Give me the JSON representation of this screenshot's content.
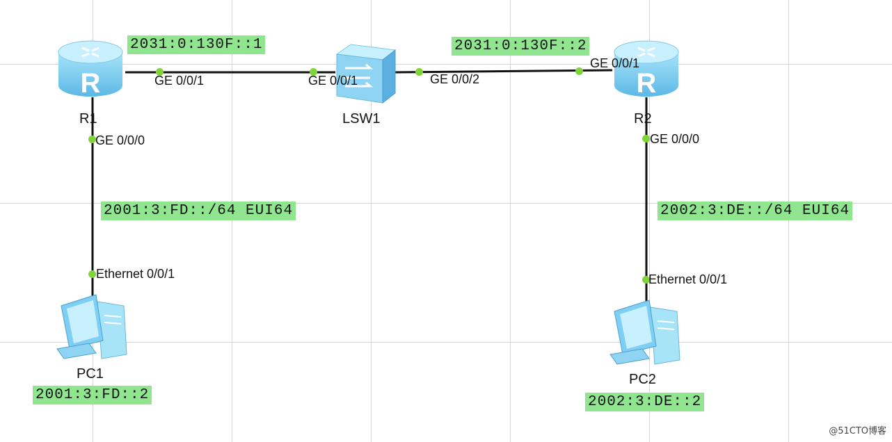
{
  "devices": {
    "r1": {
      "label": "R1",
      "icon": "router-icon"
    },
    "r2": {
      "label": "R2",
      "icon": "router-icon"
    },
    "lsw1": {
      "label": "LSW1",
      "icon": "switch-icon"
    },
    "pc1": {
      "label": "PC1",
      "icon": "pc-icon"
    },
    "pc2": {
      "label": "PC2",
      "icon": "pc-icon"
    }
  },
  "ports": {
    "r1_ge001": "GE 0/0/1",
    "lsw1_ge001": "GE 0/0/1",
    "lsw1_ge002": "GE 0/0/2",
    "r2_ge001": "GE 0/0/1",
    "r1_ge000": "GE 0/0/0",
    "r2_ge000": "GE 0/0/0",
    "pc1_eth": "Ethernet 0/0/1",
    "pc2_eth": "Ethernet 0/0/1"
  },
  "notes": {
    "r1_addr": "2031:0:130F::1",
    "r2_addr": "2031:0:130F::2",
    "net1": "2001:3:FD::/64 EUI64",
    "net2": "2002:3:DE::/64 EUI64",
    "pc1_addr": "2001:3:FD::2",
    "pc2_addr": "2002:3:DE::2"
  },
  "watermark": "@51CTO博客",
  "colors": {
    "note_bg": "#8fe68f",
    "port_dot": "#7fd43a",
    "link": "#111111",
    "grid": "#d6d6d6"
  }
}
